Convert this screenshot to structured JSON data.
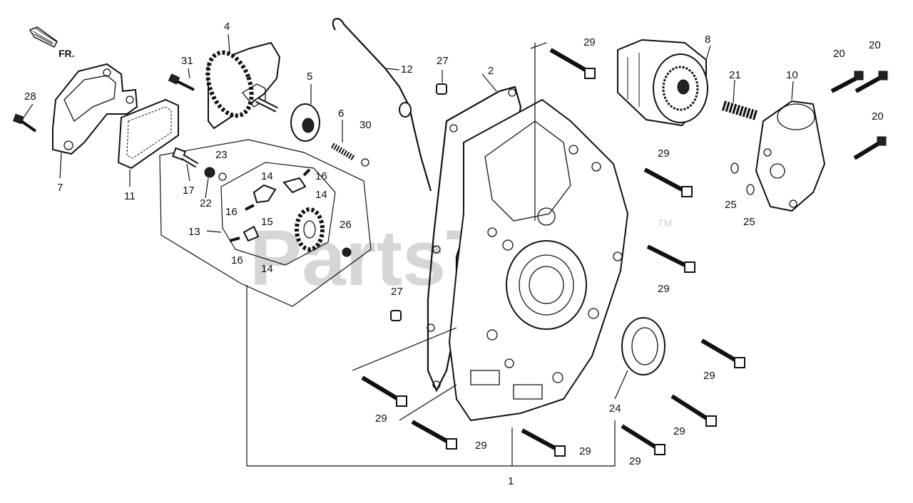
{
  "watermark": {
    "text": "PartsTree",
    "trademark": "TM"
  },
  "direction_marker": {
    "text": "FR."
  },
  "callouts": {
    "c1": "1",
    "c2": "2",
    "c4": "4",
    "c5": "5",
    "c6": "6",
    "c7": "7",
    "c8": "8",
    "c10": "10",
    "c11": "11",
    "c12": "12",
    "c13": "13",
    "c14a": "14",
    "c14b": "14",
    "c14c": "14",
    "c15": "15",
    "c16a": "16",
    "c16b": "16",
    "c16c": "16",
    "c17": "17",
    "c20a": "20",
    "c20b": "20",
    "c20c": "20",
    "c21": "21",
    "c22": "22",
    "c23": "23",
    "c24": "24",
    "c25a": "25",
    "c25b": "25",
    "c26": "26",
    "c27a": "27",
    "c27b": "27",
    "c28": "28",
    "c29a": "29",
    "c29b": "29",
    "c29c": "29",
    "c29d": "29",
    "c29e": "29",
    "c29f": "29",
    "c29g": "29",
    "c29h": "29",
    "c29i": "29",
    "c30": "30",
    "c31": "31"
  }
}
